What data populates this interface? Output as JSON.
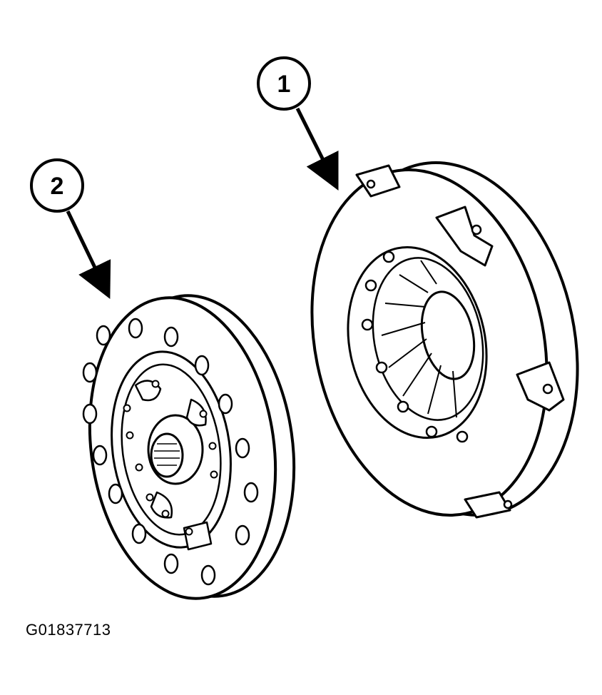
{
  "figure": {
    "callouts": [
      {
        "number": "1",
        "points_to": "pressure-plate"
      },
      {
        "number": "2",
        "points_to": "clutch-disc"
      }
    ],
    "figure_id": "G01837713"
  },
  "colors": {
    "ink": "#000000",
    "paper": "#ffffff"
  }
}
